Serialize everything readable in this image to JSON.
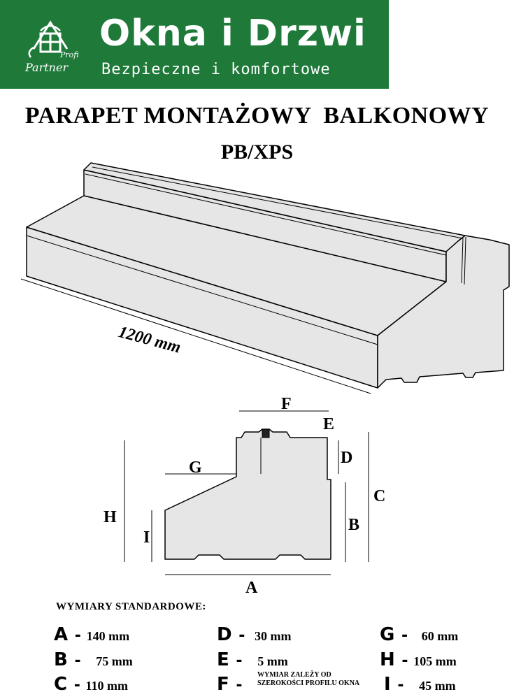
{
  "header": {
    "title": "Okna i Drzwi",
    "subtitle": "Bezpieczne i komfortowe",
    "logo_text": "Profi Partner"
  },
  "document": {
    "title": "PARAPET MONTAŻOWY  BALKONOWY",
    "subtitle": "PB/XPS",
    "length_label": "1200 mm"
  },
  "section_labels": {
    "F": "F",
    "E": "E",
    "D": "D",
    "C": "C",
    "G": "G",
    "H": "H",
    "B": "B",
    "I": "I",
    "A": "A"
  },
  "standard": {
    "heading": "WYMIARY STANDARDOWE:",
    "dims": [
      {
        "key": "A",
        "value": "140 mm"
      },
      {
        "key": "B",
        "value": "75 mm"
      },
      {
        "key": "C",
        "value": "110 mm"
      },
      {
        "key": "D",
        "value": "30 mm"
      },
      {
        "key": "E",
        "value": "5 mm"
      },
      {
        "key": "F",
        "value": "WYMIAR ZALEŻY OD SZEROKOŚCI PROFILU OKNA"
      },
      {
        "key": "G",
        "value": "60 mm"
      },
      {
        "key": "H",
        "value": "105 mm"
      },
      {
        "key": "I",
        "value": "45 mm"
      }
    ]
  },
  "colors": {
    "banner": "#1f7a3a",
    "profile_fill": "#e6e6e6",
    "line": "#000000"
  }
}
